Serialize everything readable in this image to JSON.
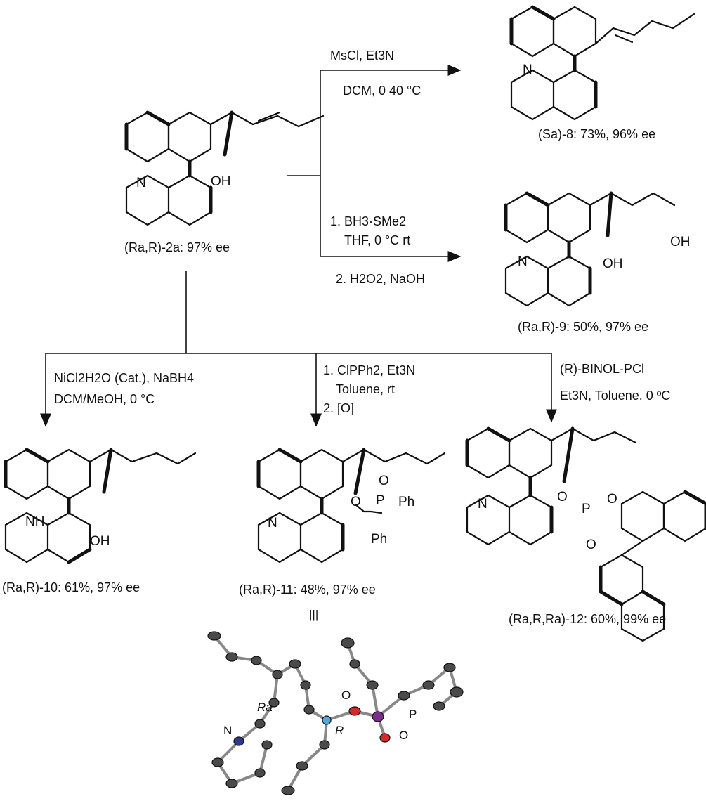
{
  "reagents": {
    "r8_line1": "MsCl, Et3N",
    "r8_line2": "DCM, 0 40 °C",
    "r9_line1": "1. BH3·SMe2",
    "r9_line2": "THF, 0 °C rt",
    "r9_line3": "2. H2O2, NaOH",
    "r10_line1": "NiCl2H2O (Cat.), NaBH4",
    "r10_line2": "DCM/MeOH, 0 °C",
    "r11_line1": "1. ClPPh2, Et3N",
    "r11_line2": "Toluene, rt",
    "r11_line3": "2. [O]",
    "r12_line1": "(R)-BINOL-PCl",
    "r12_line2": "Et3N, Toluene. 0 ºC"
  },
  "compounds": {
    "c2a": "(Ra,R)-2a: 97% ee",
    "c8": "(Sa)-8: 73%, 96% ee",
    "c9": "(Ra,R)-9: 50%, 97% ee",
    "c10": "(Ra,R)-10: 61%, 97% ee",
    "c11": "(Ra,R)-11: 48%, 97% ee",
    "c12": "(Ra,R,Ra)-12: 60%, 99% ee"
  },
  "atoms": {
    "N": "N",
    "NH": "NH",
    "OH": "OH",
    "O": "O",
    "P": "P",
    "Ph": "Ph"
  },
  "crystal": {
    "equiv_symbol": "|||",
    "label_O1": "O",
    "label_O2": "O",
    "label_P": "P",
    "label_N": "N",
    "label_R": "R",
    "label_Ra": "Ra"
  }
}
